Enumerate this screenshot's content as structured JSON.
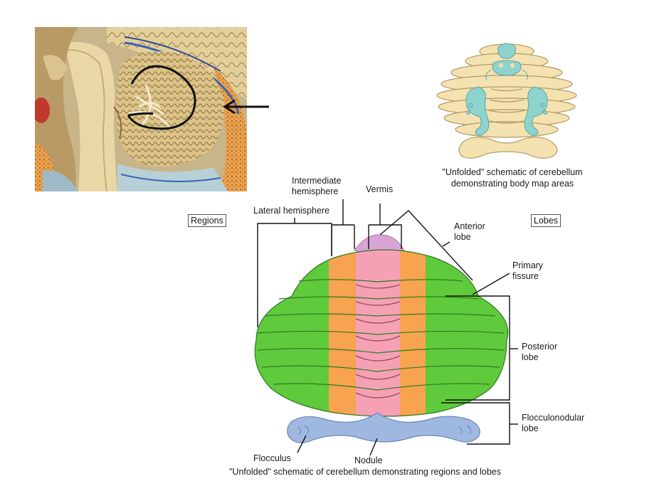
{
  "photo": {
    "description_icon": "brain-sagittal-section-photo"
  },
  "top_schematic": {
    "caption_line1": "\"Unfolded\" schematic of cerebellum",
    "caption_line2": "demonstrating body map areas"
  },
  "main_schematic": {
    "regions_box": "Regions",
    "lobes_box": "Lobes",
    "labels": {
      "intermediate_line1": "Intermediate",
      "intermediate_line2": "hemisphere",
      "vermis": "Vermis",
      "lateral": "Lateral hemisphere",
      "anterior_line1": "Anterior",
      "anterior_line2": "lobe",
      "primary_line1": "Primary",
      "primary_line2": "fissure",
      "posterior_line1": "Posterior",
      "posterior_line2": "lobe",
      "flocculonodular_line1": "Flocculonodular",
      "flocculonodular_line2": "lobe",
      "flocculus": "Flocculus",
      "nodule": "Nodule"
    },
    "caption": "\"Unfolded\" schematic of cerebellum demonstrating regions and lobes"
  },
  "colors": {
    "lateral": "#5fca3c",
    "intermediate": "#f7a34f",
    "vermis": "#f5a0b5",
    "anterior_cap": "#d8a4d6",
    "nodule": "#9fb8e0",
    "body_map": "#8fd3cf",
    "cream": "#f4e2b0"
  }
}
